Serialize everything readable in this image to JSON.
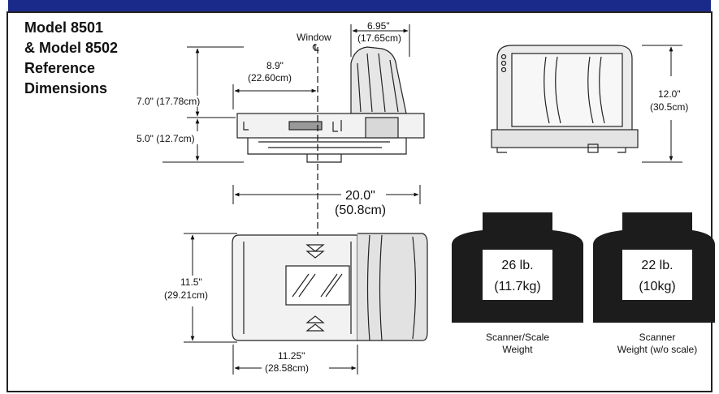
{
  "title": {
    "line1": "Model 8501",
    "line2": "& Model 8502",
    "line3": "Reference",
    "line4": "Dimensions"
  },
  "window_label": "Window",
  "centerline_symbol": "℄",
  "dimensions": {
    "depth_top": {
      "inches": "6.95\"",
      "cm": "(17.65cm)"
    },
    "height_upper": "7.0\" (17.78cm)",
    "offset": {
      "inches": "8.9\"",
      "cm": "(22.60cm)"
    },
    "height_lower": "5.0\" (12.7cm)",
    "height_front": {
      "inches": "12.0\"",
      "cm": "(30.5cm)"
    },
    "length": {
      "inches": "20.0\"",
      "cm": "(50.8cm)"
    },
    "width": {
      "inches": "11.5\"",
      "cm": "(29.21cm)"
    },
    "platter_length": {
      "inches": "11.25\"",
      "cm": "(28.58cm)"
    }
  },
  "weights": [
    {
      "lb": "26 lb.",
      "kg": "(11.7kg)",
      "caption1": "Scanner/Scale",
      "caption2": "Weight"
    },
    {
      "lb": "22 lb.",
      "kg": "(10kg)",
      "caption1": "Scanner",
      "caption2": "Weight (w/o scale)"
    }
  ],
  "colors": {
    "header": "#1a2a8a",
    "weight_block": "#1c1c1c"
  }
}
